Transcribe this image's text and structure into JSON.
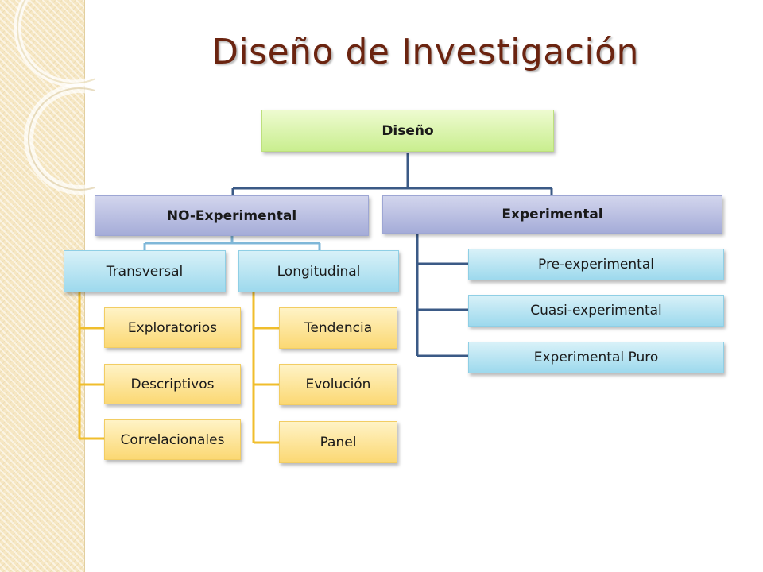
{
  "title": "Diseño de Investigación",
  "root": {
    "label": "Diseño"
  },
  "branches": {
    "no_experimental": {
      "label": "NO-Experimental",
      "transversal": {
        "label": "Transversal",
        "items": [
          "Exploratorios",
          "Descriptivos",
          "Correlacionales"
        ]
      },
      "longitudinal": {
        "label": "Longitudinal",
        "items": [
          "Tendencia",
          "Evolución",
          "Panel"
        ]
      }
    },
    "experimental": {
      "label": "Experimental",
      "items": [
        "Pre-experimental",
        "Cuasi-experimental",
        "Experimental Puro"
      ]
    }
  },
  "colors": {
    "title": "#6b2410",
    "root_fill": "#c9ee8f",
    "level1_fill": "#a5acd8",
    "level2_fill": "#9dd9ed",
    "leaf_yellow": "#fbd873",
    "connector_dark": "#3b5a86",
    "connector_blue": "#7fb7d8",
    "connector_yellow": "#f0be2c"
  }
}
